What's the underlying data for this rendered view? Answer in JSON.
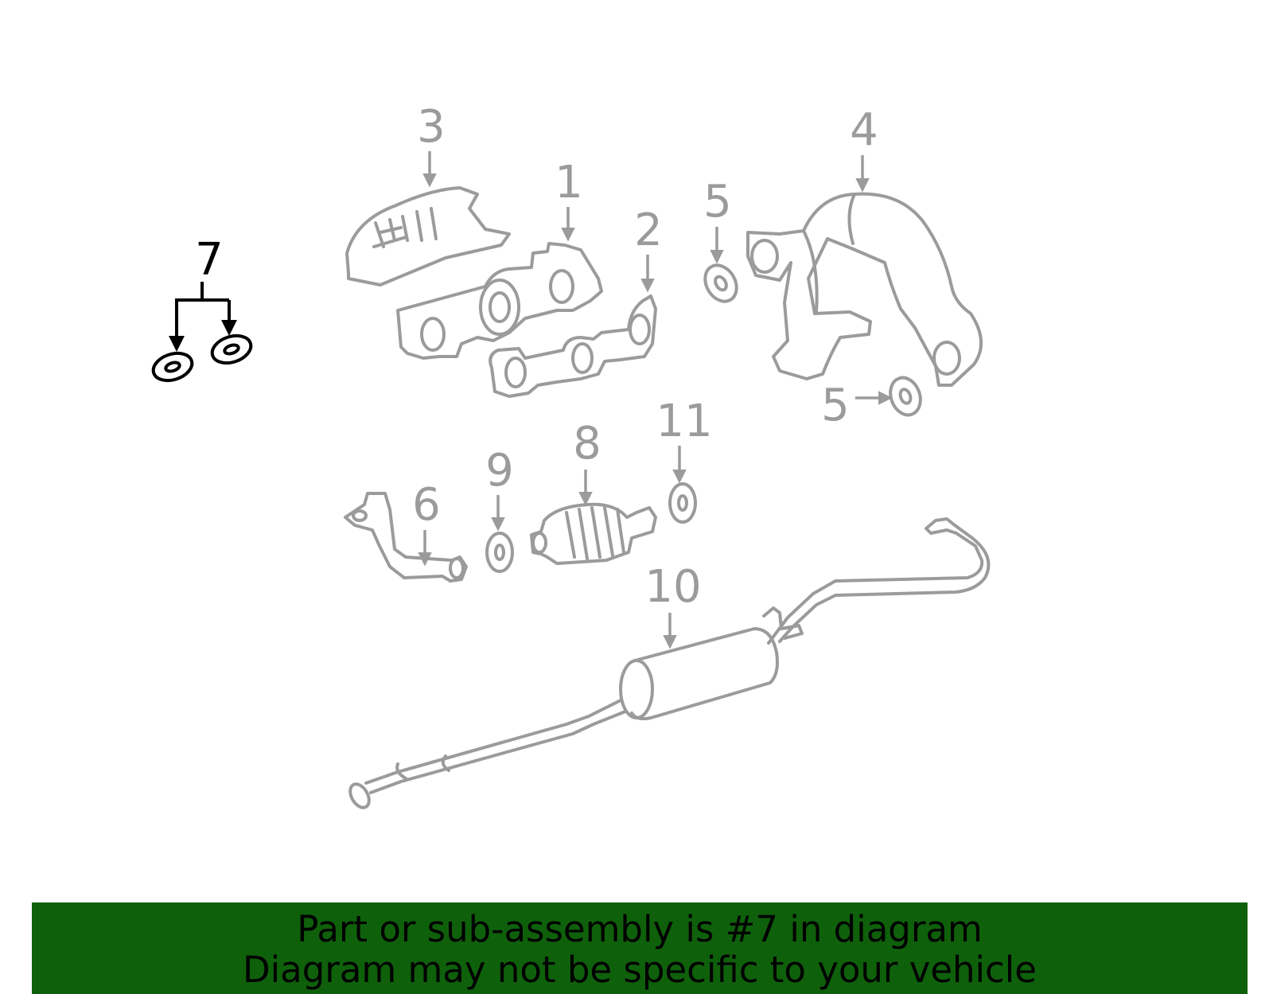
{
  "callouts": {
    "c1": "1",
    "c2": "2",
    "c3": "3",
    "c4": "4",
    "c5a": "5",
    "c5b": "5",
    "c6": "6",
    "c7": "7",
    "c8": "8",
    "c9": "9",
    "c10": "10",
    "c11": "11"
  },
  "highlighted_part": "7",
  "colors": {
    "part": "#9b9b9b",
    "highlight": "#000000",
    "banner": "#0f600b"
  },
  "banner": {
    "line1": "Part or sub-assembly is #7 in diagram",
    "line2": "Diagram may not be specific to your vehicle"
  }
}
